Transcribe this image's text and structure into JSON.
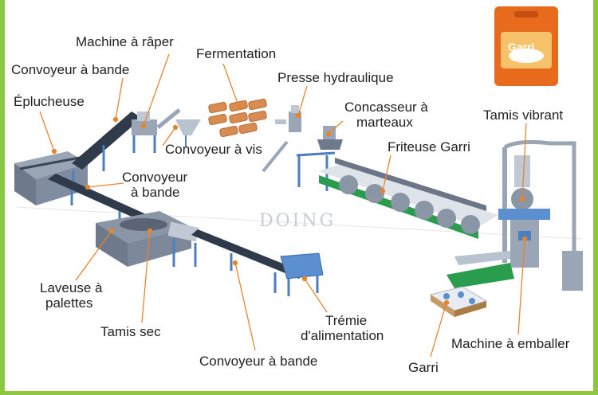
{
  "watermark": "DOING",
  "bag_text": "Garri",
  "labels": {
    "raper": "Machine à râper",
    "fermentation": "Fermentation",
    "belt_top": "Convoyeur à bande",
    "press": "Presse hydraulique",
    "peeler": "Éplucheuse",
    "crusher_1": "Concasseur à",
    "crusher_2": "marteaux",
    "vibrating": "Tamis vibrant",
    "fryer": "Friteuse Garri",
    "screw": "Convoyeur à vis",
    "belt_mid_1": "Convoyeur",
    "belt_mid_2": "à bande",
    "washer_1": "Laveuse à",
    "washer_2": "palettes",
    "dry_sieve": "Tamis sec",
    "hopper_1": "Trémie",
    "hopper_2": "d'alimentation",
    "packing": "Machine à emballer",
    "belt_bottom": "Convoyeur à bande",
    "garri": "Garri"
  },
  "colors": {
    "frame": "#8dc63f",
    "leader_line": "#e8842a",
    "machine_blue": "#4a7fc1",
    "fryer_green": "#2a9c4e"
  }
}
